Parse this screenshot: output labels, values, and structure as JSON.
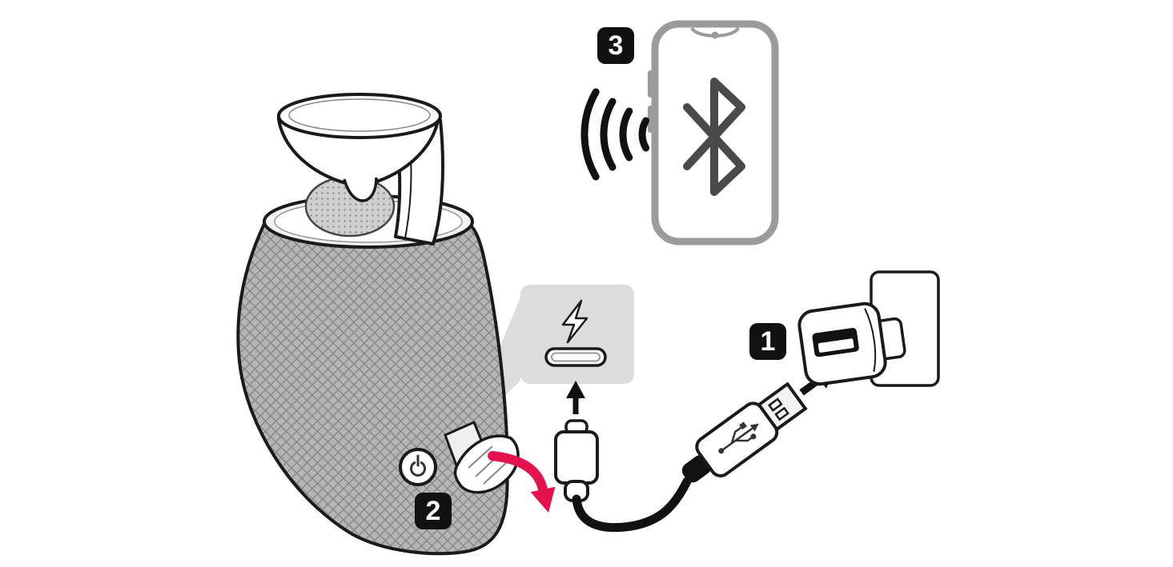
{
  "badges": {
    "step1": "1",
    "step2": "2",
    "step3": "3"
  },
  "colors": {
    "background": "#ffffff",
    "outline": "#1a1a1a",
    "accent_red": "#e5134d",
    "badge_black": "#111111",
    "panel_gray": "#dcdcdc",
    "speaker_gray": "#b5b5b5",
    "hatch_gray": "#878787",
    "mesh_gray": "#8d8d8d",
    "phone_gray": "#9b9b9b",
    "bluetooth_gray": "#4a4a4a"
  },
  "icons": {
    "bluetooth": "bluetooth-icon",
    "charging_port": "lightning-bolt-icon",
    "power_button": "power-icon",
    "usb_plug": "usb-trident-icon",
    "wireless_signal": "signal-waves-icon",
    "insert_direction": "up-arrow-icon",
    "open_cover": "curved-arrow-icon"
  }
}
